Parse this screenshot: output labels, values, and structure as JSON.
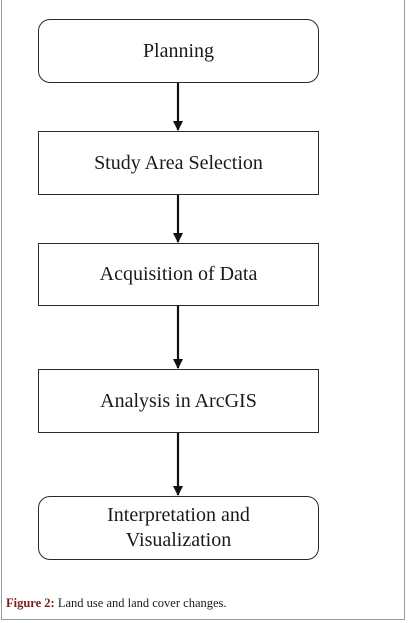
{
  "flowchart": {
    "steps": [
      "Planning",
      "Study Area Selection",
      "Acquisition of Data",
      "Analysis in ArcGIS",
      "Interpretation and Visualization"
    ]
  },
  "caption": {
    "label": "Figure 2:",
    "text": "Land use and land cover changes."
  }
}
